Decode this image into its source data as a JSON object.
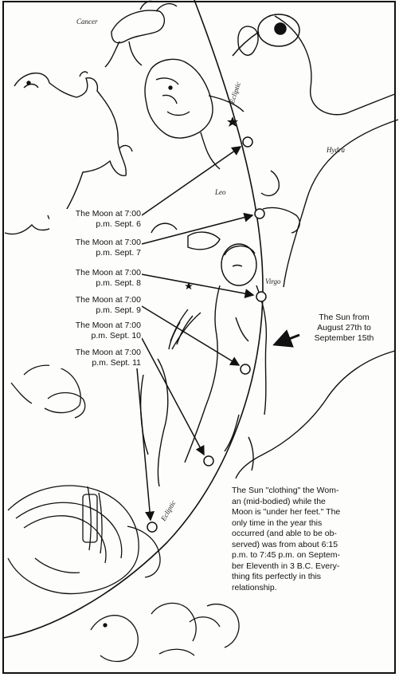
{
  "constellations": {
    "cancer": "Cancer",
    "hydra": "Hydra",
    "leo": "Leo",
    "virgo": "Virgo",
    "ecliptic_upper": "Ecliptic",
    "ecliptic_lower": "Ecliptic"
  },
  "moon_positions": [
    {
      "line1": "The Moon at 7:00",
      "line2": "p.m. Sept. 6"
    },
    {
      "line1": "The Moon at 7:00",
      "line2": "p.m. Sept. 7"
    },
    {
      "line1": "The Moon at 7:00",
      "line2": "p.m. Sept. 8"
    },
    {
      "line1": "The Moon at 7:00",
      "line2": "p.m. Sept. 9"
    },
    {
      "line1": "The Moon at 7:00",
      "line2": "p.m. Sept. 10"
    },
    {
      "line1": "The Moon at 7:00",
      "line2": "p.m. Sept. 11"
    }
  ],
  "sun_note": {
    "line1": "The Sun from",
    "line2": "August 27th to",
    "line3": "September 15th"
  },
  "caption": {
    "l1": "The Sun \"clothing\" the Wom-",
    "l2": "an (mid-bodied) while the",
    "l3": "Moon is \"under her feet.\" The",
    "l4": "only time in the year this",
    "l5": "occurred (and able to be ob-",
    "l6": "served) was from about 6:15",
    "l7": "p.m. to 7:45 p.m. on Septem-",
    "l8": "ber Eleventh in 3 B.C. Every-",
    "l9": "thing fits perfectly in this",
    "l10": "relationship."
  },
  "colors": {
    "ink": "#111111",
    "paper": "#fdfdfb"
  }
}
